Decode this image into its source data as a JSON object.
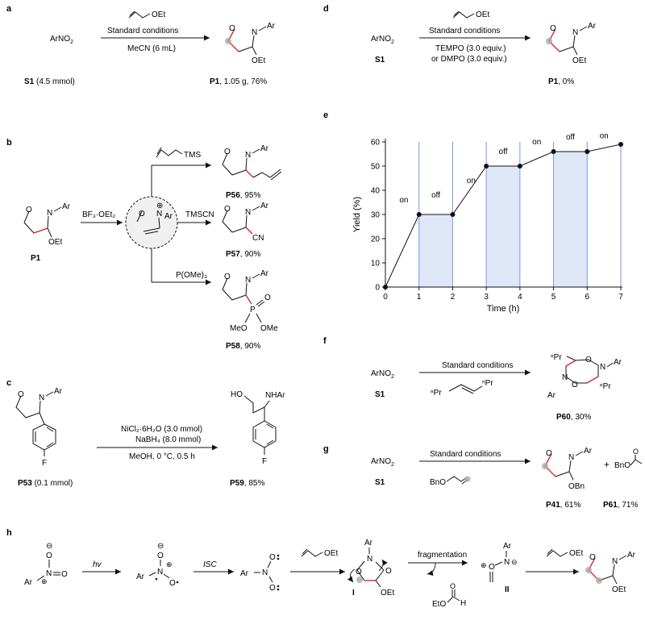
{
  "panels": {
    "a": {
      "label": "a",
      "reactant": "ArNO",
      "reactant_sub": "2",
      "reagent_top": "OEt",
      "conditions_1": "Standard conditions",
      "conditions_2": "MeCN (6 mL)",
      "sm_id": "S1",
      "sm_amount": " (4.5 mmol)",
      "product_id": "P1",
      "product_yield": ", 1.05 g, 76%",
      "atoms": {
        "O": "O",
        "N": "N",
        "Ar": "Ar",
        "OEt": "OEt"
      }
    },
    "d": {
      "label": "d",
      "reactant": "ArNO",
      "reactant_sub": "2",
      "sm_id": "S1",
      "reagent_top": "OEt",
      "conditions_1": "Standard conditions",
      "conditions_2": "TEMPO (3.0 equiv.)",
      "conditions_3": "or DMPO (3.0 equiv.)",
      "product_id": "P1",
      "product_yield": ", 0%"
    },
    "b": {
      "label": "b",
      "sm_id": "P1",
      "lewis_acid": "BF₃·OEt₂",
      "intermediate_charge": "⊕",
      "reagent_top": "TMS",
      "reagent_mid": "TMSCN",
      "reagent_bot": "P(OMe)₃",
      "p56_id": "P56",
      "p56_yield": ", 95%",
      "p57_id": "P57",
      "p57_yield": ", 90%",
      "p58_id": "P58",
      "p58_yield": ", 90%",
      "cn": "CN",
      "ome1": "MeO",
      "ome2": "OMe",
      "p_atom": "P",
      "o_atom": "O"
    },
    "c": {
      "label": "c",
      "sm_id": "P53",
      "sm_amount": " (0.1 mmol)",
      "conditions_1": "NiCl₂·6H₂O (3.0 mmol)",
      "conditions_2": "NaBH₄ (8.0 mmol)",
      "conditions_3": "MeOH, 0 °C, 0.5 h",
      "product_id": "P59",
      "product_yield": ", 85%",
      "ho": "HO",
      "nhar": "NHAr",
      "f": "F"
    },
    "e": {
      "label": "e"
    },
    "f": {
      "label": "f",
      "reactant": "ArNO",
      "reactant_sub": "2",
      "sm_id": "S1",
      "conditions_1": "Standard conditions",
      "alkene_l": "ⁿPr",
      "alkene_r": "ⁿPr",
      "product_id": "P60",
      "product_yield": ", 30%"
    },
    "g": {
      "label": "g",
      "reactant": "ArNO",
      "reactant_sub": "2",
      "sm_id": "S1",
      "conditions_1": "Standard conditions",
      "reagent": "BnO",
      "p41_id": "P41",
      "p41_yield": ", 61%",
      "p61_id": "P61",
      "p61_yield": ", 71%",
      "plus": "+",
      "obn": "OBn",
      "bno": "BnO"
    },
    "h": {
      "label": "h",
      "hv": "hv",
      "isc": "ISC",
      "fragmentation": "fragmentation",
      "int1": "I",
      "int2": "II",
      "oet": "OEt",
      "eto": "EtO",
      "h_atom": "H"
    }
  },
  "chart_data": {
    "type": "line",
    "xlabel": "Time (h)",
    "ylabel": "Yield (%)",
    "xlim": [
      0,
      7
    ],
    "ylim": [
      0,
      60
    ],
    "xticks": [
      0,
      1,
      2,
      3,
      4,
      5,
      6,
      7
    ],
    "yticks": [
      0,
      10,
      20,
      30,
      40,
      50,
      60
    ],
    "x": [
      0,
      1,
      2,
      3,
      4,
      5,
      6,
      7
    ],
    "y": [
      0,
      30,
      30,
      50,
      50,
      56,
      56,
      59
    ],
    "light_labels": [
      {
        "x": 0.55,
        "y": 35,
        "text": "on"
      },
      {
        "x": 1.5,
        "y": 37,
        "text": "off"
      },
      {
        "x": 2.55,
        "y": 43,
        "text": "on"
      },
      {
        "x": 3.5,
        "y": 55,
        "text": "off"
      },
      {
        "x": 4.5,
        "y": 59,
        "text": "on"
      },
      {
        "x": 5.5,
        "y": 61,
        "text": "off"
      },
      {
        "x": 6.5,
        "y": 61.5,
        "text": "on"
      }
    ],
    "dark_intervals": [
      [
        1,
        2
      ],
      [
        3,
        4
      ],
      [
        5,
        6
      ]
    ],
    "colors": {
      "shade": "#dfe7f8",
      "vline": "#7a9ad8",
      "line": "#111111"
    }
  },
  "colors": {
    "bond_new": "#e0262b",
    "dot": "#aaaaaa",
    "intermediate_fill": "#f0f0f0"
  }
}
